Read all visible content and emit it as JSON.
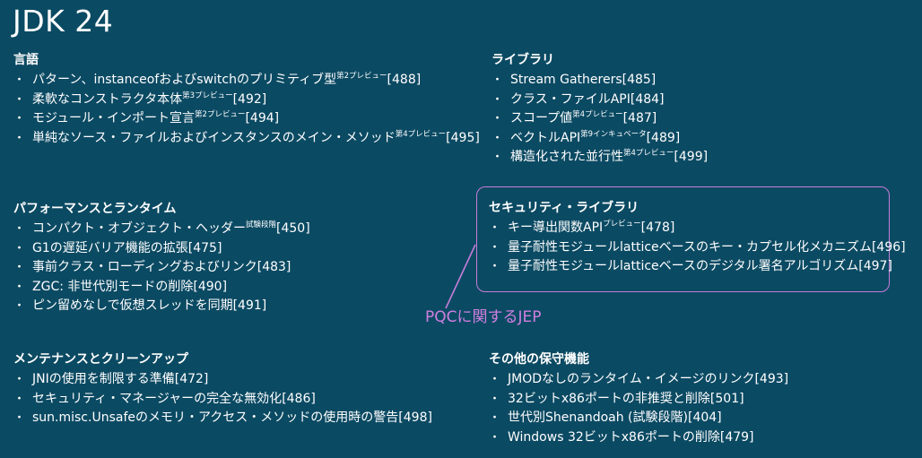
{
  "title": "JDK 24",
  "sections": {
    "language": {
      "heading": "言語",
      "items": [
        {
          "text": "パターン、instanceofおよびswitchのプリミティブ型",
          "sup": "第2プレビュー",
          "ref": "[488]"
        },
        {
          "text": "柔軟なコンストラクタ本体",
          "sup": "第3プレビュー",
          "ref": "[492]"
        },
        {
          "text": "モジュール・インポート宣言",
          "sup": "第2プレビュー",
          "ref": "[494]"
        },
        {
          "text": "単純なソース・ファイルおよびインスタンスのメイン・メソッド",
          "sup": "第4プレビュー",
          "ref": "[495]"
        }
      ]
    },
    "performance": {
      "heading": "パフォーマンスとランタイム",
      "items": [
        {
          "text": "コンパクト・オブジェクト・ヘッダー",
          "sup": "試験段階",
          "ref": "[450]"
        },
        {
          "text": "G1の遅延バリア機能の拡張",
          "sup": "",
          "ref": "[475]"
        },
        {
          "text": "事前クラス・ローディングおよびリンク",
          "sup": "",
          "ref": "[483]"
        },
        {
          "text": "ZGC: 非世代別モードの削除",
          "sup": "",
          "ref": "[490]"
        },
        {
          "text": "ピン留めなしで仮想スレッドを同期",
          "sup": "",
          "ref": "[491]"
        }
      ]
    },
    "maintenance": {
      "heading": "メンテナンスとクリーンアップ",
      "items": [
        {
          "text": "JNIの使用を制限する準備",
          "sup": "",
          "ref": "[472]"
        },
        {
          "text": "セキュリティ・マネージャーの完全な無効化",
          "sup": "",
          "ref": "[486]"
        },
        {
          "text": "sun.misc.Unsafeのメモリ・アクセス・メソッドの使用時の警告",
          "sup": "",
          "ref": "[498]"
        }
      ]
    },
    "library": {
      "heading": "ライブラリ",
      "items": [
        {
          "text": "Stream Gatherers",
          "sup": "",
          "ref": "[485]"
        },
        {
          "text": "クラス・ファイルAPI",
          "sup": "",
          "ref": "[484]"
        },
        {
          "text": "スコープ値",
          "sup": "第4プレビュー",
          "ref": "[487]"
        },
        {
          "text": "ベクトルAPI",
          "sup": "第9インキュベータ",
          "ref": "[489]"
        },
        {
          "text": "構造化された並行性",
          "sup": "第4プレビュー",
          "ref": "[499]"
        }
      ]
    },
    "security_library": {
      "heading": "セキュリティ・ライブラリ",
      "items": [
        {
          "text": "キー導出関数API",
          "sup": "プレビュー",
          "ref": "[478]"
        },
        {
          "text": "量子耐性モジュールlatticeベースのキー・カプセル化メカニズム",
          "sup": "",
          "ref": "[496]"
        },
        {
          "text": "量子耐性モジュールlatticeベースのデジタル署名アルゴリズム",
          "sup": "",
          "ref": "[497]"
        }
      ]
    },
    "other": {
      "heading": "その他の保守機能",
      "items": [
        {
          "text": "JMODなしのランタイム・イメージのリンク",
          "sup": "",
          "ref": "[493]"
        },
        {
          "text": "32ビットx86ポートの非推奨と削除",
          "sup": "",
          "ref": "[501]"
        },
        {
          "text": "世代別Shenandoah (試験段階)",
          "sup": "",
          "ref": "[404]"
        },
        {
          "text": "Windows 32ビットx86ポートの削除",
          "sup": "",
          "ref": "[479]"
        }
      ]
    }
  },
  "bullet": "・",
  "callout": {
    "label": "PQCに関するJEP",
    "color": "#cf7fe0"
  },
  "colors": {
    "background": "#0b4a63",
    "text": "#ffffff",
    "callout_border": "#c77dd9"
  }
}
